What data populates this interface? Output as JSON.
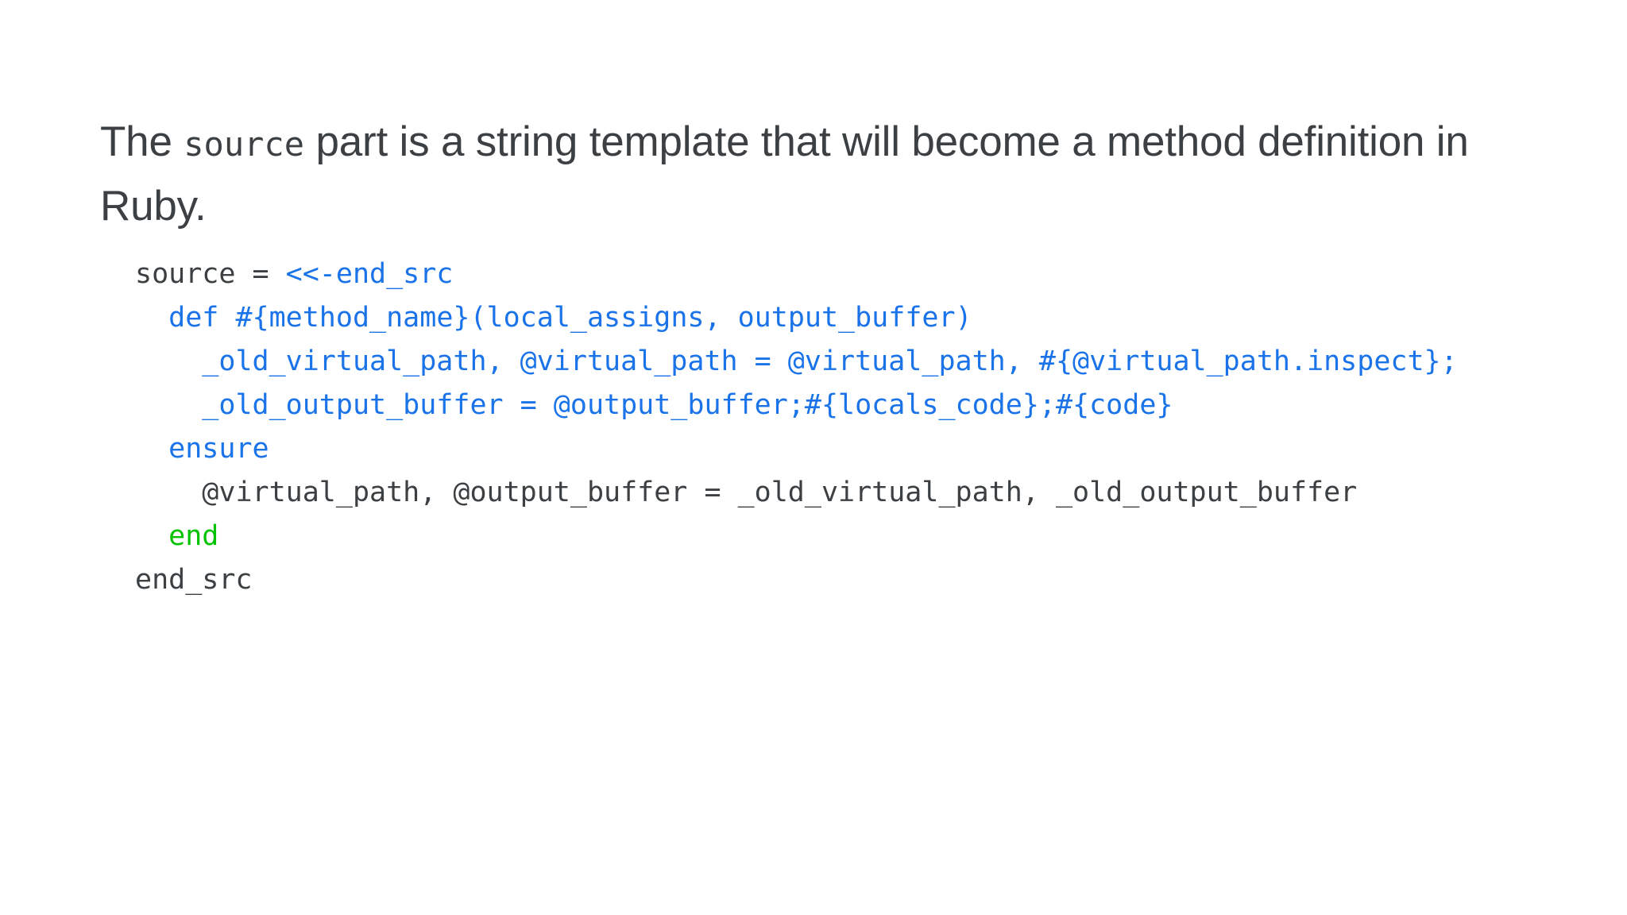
{
  "slide": {
    "background_color": "#ffffff",
    "heading": {
      "segments": [
        {
          "text": "The ",
          "style": "prose"
        },
        {
          "text": "source",
          "style": "mono"
        },
        {
          "text": " part is a string template that will become a method definition in Ruby.",
          "style": "prose"
        }
      ],
      "plain_text": "The source part is a string template that will become a method definition in Ruby."
    },
    "code_block": {
      "language": "ruby",
      "colors": {
        "plain": "#3c4043",
        "blue": "#1a73e8",
        "green": "#00c200"
      },
      "plain_text": "source = <<-end_src\n  def #{method_name}(local_assigns, output_buffer)\n    _old_virtual_path, @virtual_path = @virtual_path, #{@virtual_path.inspect};\n    _old_output_buffer = @output_buffer;#{locals_code};#{code}\n  ensure\n    @virtual_path, @output_buffer = _old_virtual_path, _old_output_buffer\n  end\nend_src",
      "lines": [
        {
          "indent": "",
          "tokens": [
            {
              "text": "source = ",
              "color": "plain"
            },
            {
              "text": "<<-end_src",
              "color": "blue"
            }
          ]
        },
        {
          "indent": "  ",
          "tokens": [
            {
              "text": "def ",
              "color": "blue"
            },
            {
              "text": "#{method_name}(local_assigns, output_buffer)",
              "color": "blue"
            }
          ]
        },
        {
          "indent": "    ",
          "tokens": [
            {
              "text": "_old_virtual_path, @virtual_path = @virtual_path, #{@virtual_path.inspect};",
              "color": "blue"
            }
          ]
        },
        {
          "indent": "    ",
          "tokens": [
            {
              "text": "_old_output_buffer = @output_buffer;#{locals_code};#{code}",
              "color": "blue"
            }
          ]
        },
        {
          "indent": "  ",
          "tokens": [
            {
              "text": "ensure",
              "color": "blue"
            }
          ]
        },
        {
          "indent": "    ",
          "tokens": [
            {
              "text": "@virtual_path, @output_buffer = _old_virtual_path, _old_output_buffer",
              "color": "plain"
            }
          ]
        },
        {
          "indent": "  ",
          "tokens": [
            {
              "text": "end",
              "color": "green"
            }
          ]
        },
        {
          "indent": "",
          "tokens": [
            {
              "text": "end_src",
              "color": "plain"
            }
          ]
        }
      ]
    }
  }
}
